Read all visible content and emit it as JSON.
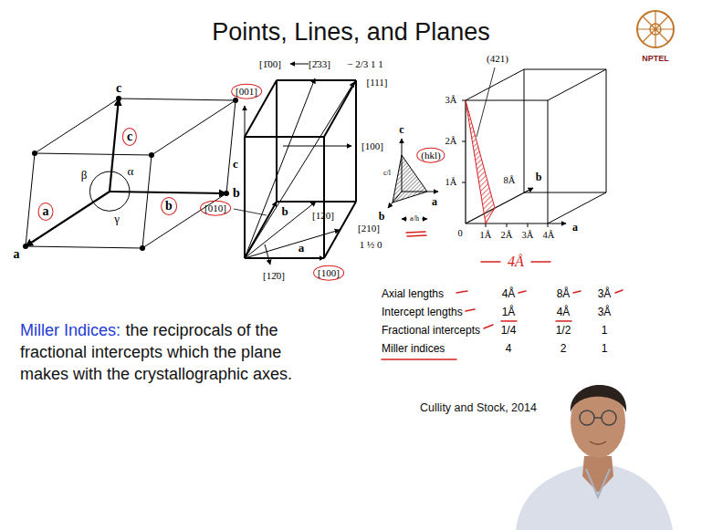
{
  "diagram": {
    "title": "Points, Lines, and Planes",
    "labels": [
      "NPTEL",
      "c",
      "c",
      "b",
      "b",
      "a",
      "a",
      "α",
      "β",
      "γ",
      "[1̄00]",
      "[2̄33]",
      "− 2/3 1 1",
      "[111]",
      "[001]",
      "[010]",
      "[100]",
      "[120]",
      "[210]",
      "1 ½ 0",
      "[12̄0]",
      "[100]",
      "c",
      "b",
      "a",
      "c",
      "(hkl)",
      "c/l",
      "a/h",
      "b",
      "a",
      "(421)",
      "3Å",
      "2Å",
      "1Å",
      "0",
      "1Å",
      "2Å",
      "3Å",
      "4Å",
      "8Å",
      "b",
      "a",
      "4Å",
      "Axial lengths",
      "4Å",
      "8Å",
      "3Å",
      "Intercept lengths",
      "1Å",
      "4Å",
      "3Å",
      "Fractional intercepts",
      "1/4",
      "1/2",
      "1",
      "Miller indices",
      "4",
      "2",
      "1",
      "Miller Indices:",
      "the reciprocals of the fractional intercepts which the plane makes with the crystallographic axes.",
      "Cullity and Stock, 2014"
    ]
  }
}
